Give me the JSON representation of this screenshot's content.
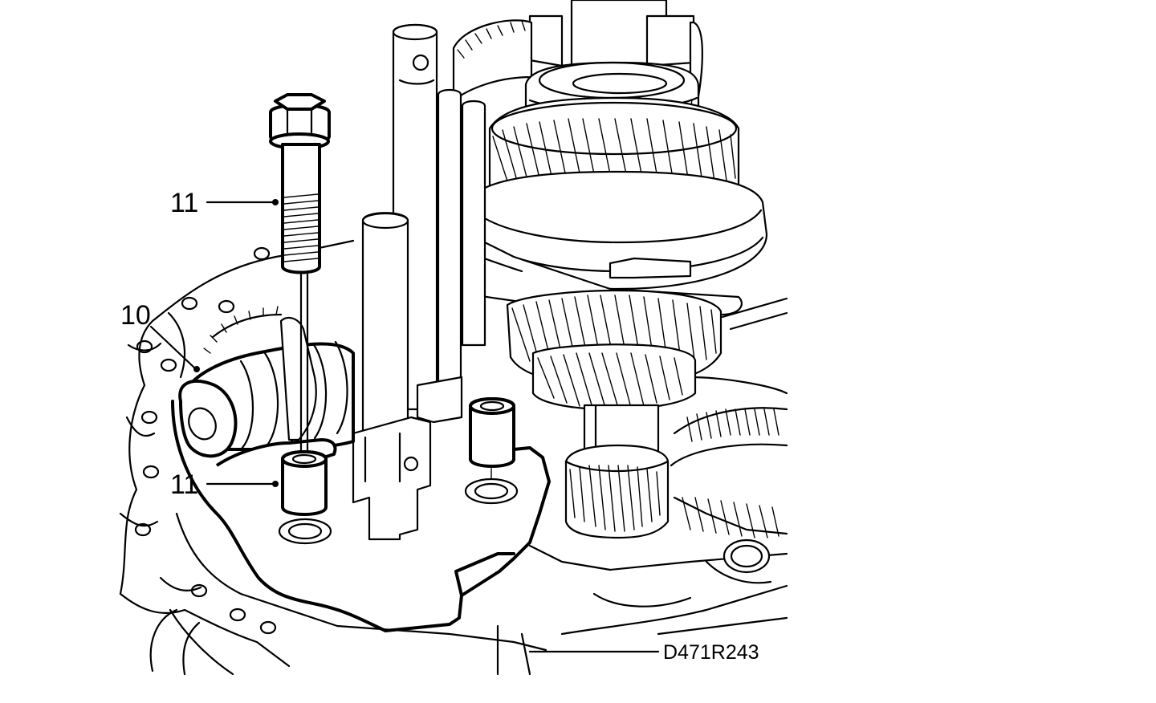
{
  "figure": {
    "code": "D471R243",
    "callouts": [
      {
        "id": "11-top",
        "text": "11"
      },
      {
        "id": "10",
        "text": "10"
      },
      {
        "id": "11-bottom",
        "text": "11"
      }
    ]
  },
  "colors": {
    "ink": "#000000",
    "paper": "#ffffff"
  }
}
